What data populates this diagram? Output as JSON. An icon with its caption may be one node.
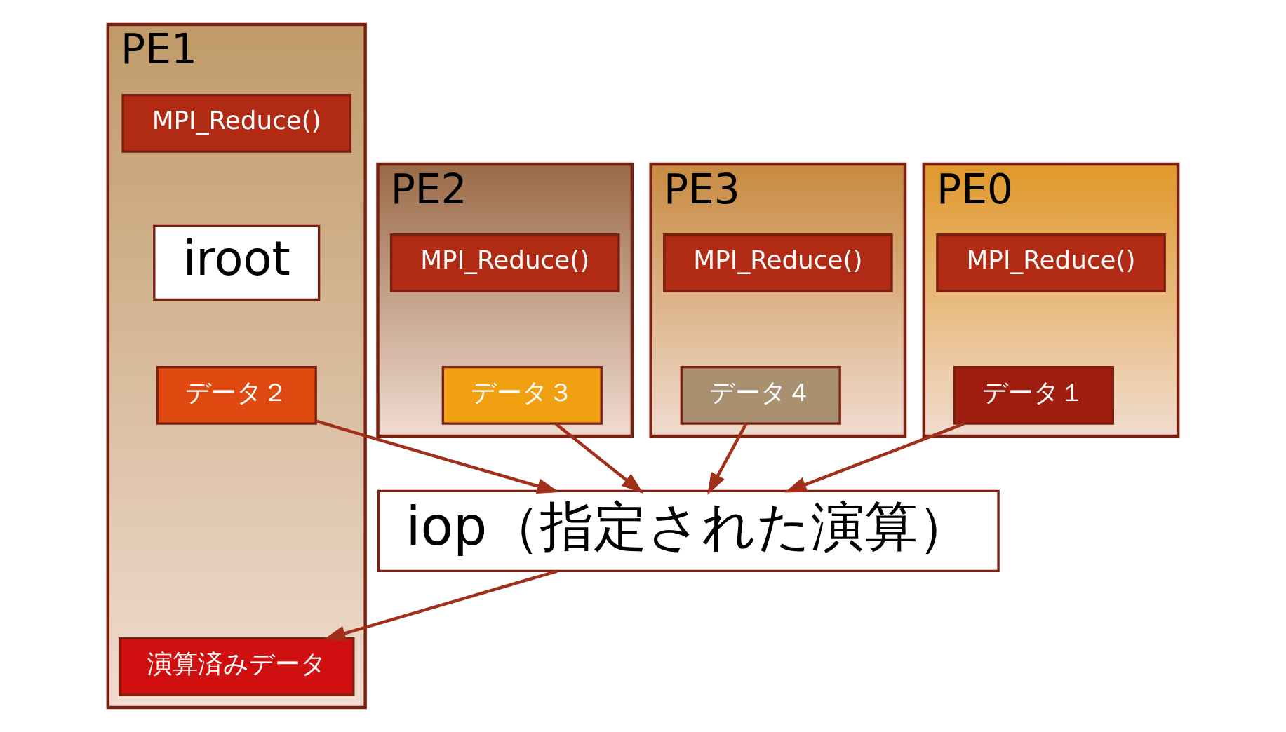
{
  "diagram": {
    "nodes": [
      {
        "text": [
          "PE0"
        ]
      },
      {
        "text": [
          "MPI_Reduce()"
        ],
        "in": 0
      },
      {
        "text": [
          "データ１"
        ],
        "in": 0
      },
      {
        "text": [
          "PE1"
        ]
      },
      {
        "text": [
          "MPI_Reduce()"
        ],
        "in": 3
      },
      {
        "text": [
          "iroot"
        ],
        "in": 3
      },
      {
        "text": [
          "データ２"
        ],
        "in": 3
      },
      {
        "text": [
          "演算済みデータ"
        ],
        "in": 3
      },
      {
        "text": [
          "PE2"
        ]
      },
      {
        "text": [
          "MPI_Reduce()"
        ],
        "in": 8
      },
      {
        "text": [
          "データ３"
        ],
        "in": 8
      },
      {
        "text": [
          "PE3"
        ]
      },
      {
        "text": [
          "MPI_Reduce()"
        ],
        "in": 11
      },
      {
        "text": [
          "データ４"
        ],
        "in": 11
      },
      {
        "text": [
          "iop（指定された演算）"
        ]
      }
    ],
    "edges": [
      {
        "from": 2,
        "to": 14,
        "arrow": "to"
      },
      {
        "from": 6,
        "to": 14,
        "arrow": "to"
      },
      {
        "from": 10,
        "to": 14,
        "arrow": "to"
      },
      {
        "from": 13,
        "to": 14,
        "arrow": "to"
      },
      {
        "from": 14,
        "to": 7,
        "arrow": "to"
      }
    ]
  }
}
